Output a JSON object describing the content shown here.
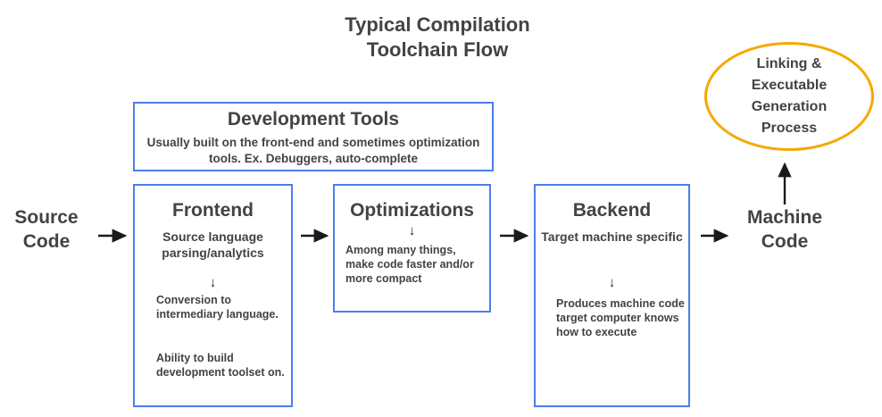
{
  "diagram": {
    "title": "Typical Compilation\nToolchain Flow",
    "title_line1": "Typical Compilation",
    "title_line2": "Toolchain Flow",
    "colors": {
      "box_border": "#4A7EEE",
      "ellipse_border": "#F5A800",
      "text": "#434343",
      "arrow": "#1A1A1A",
      "background": "#FFFFFF"
    },
    "endpoints": {
      "source": "Source\nCode",
      "machine": "Machine\nCode"
    },
    "nodes": {
      "dev_tools": {
        "title": "Development Tools",
        "description": "Usually built on the front-end and sometimes optimization tools. Ex. Debuggers, auto-complete"
      },
      "frontend": {
        "title": "Frontend",
        "subtitle": "Source language parsing/analytics",
        "arrow_glyph": "↓",
        "body1": "Conversion to intermediary language.",
        "body2": "Ability to build development toolset on."
      },
      "optimizations": {
        "title": "Optimizations",
        "arrow_glyph": "↓",
        "body": "Among many things, make code faster and/or more compact"
      },
      "backend": {
        "title": "Backend",
        "subtitle": "Target machine specific",
        "arrow_glyph": "↓",
        "body": "Produces machine code target computer knows how to execute"
      },
      "linking": {
        "label": "Linking &\nExecutable\nGeneration\nProcess",
        "line1": "Linking &",
        "line2": "Executable",
        "line3": "Generation",
        "line4": "Process"
      }
    },
    "connectors": [
      {
        "name": "source-to-frontend",
        "direction": "right"
      },
      {
        "name": "frontend-to-optimizations",
        "direction": "right"
      },
      {
        "name": "optimizations-to-backend",
        "direction": "right"
      },
      {
        "name": "backend-to-machine-code",
        "direction": "right"
      },
      {
        "name": "machine-code-to-linking",
        "direction": "up"
      }
    ]
  }
}
